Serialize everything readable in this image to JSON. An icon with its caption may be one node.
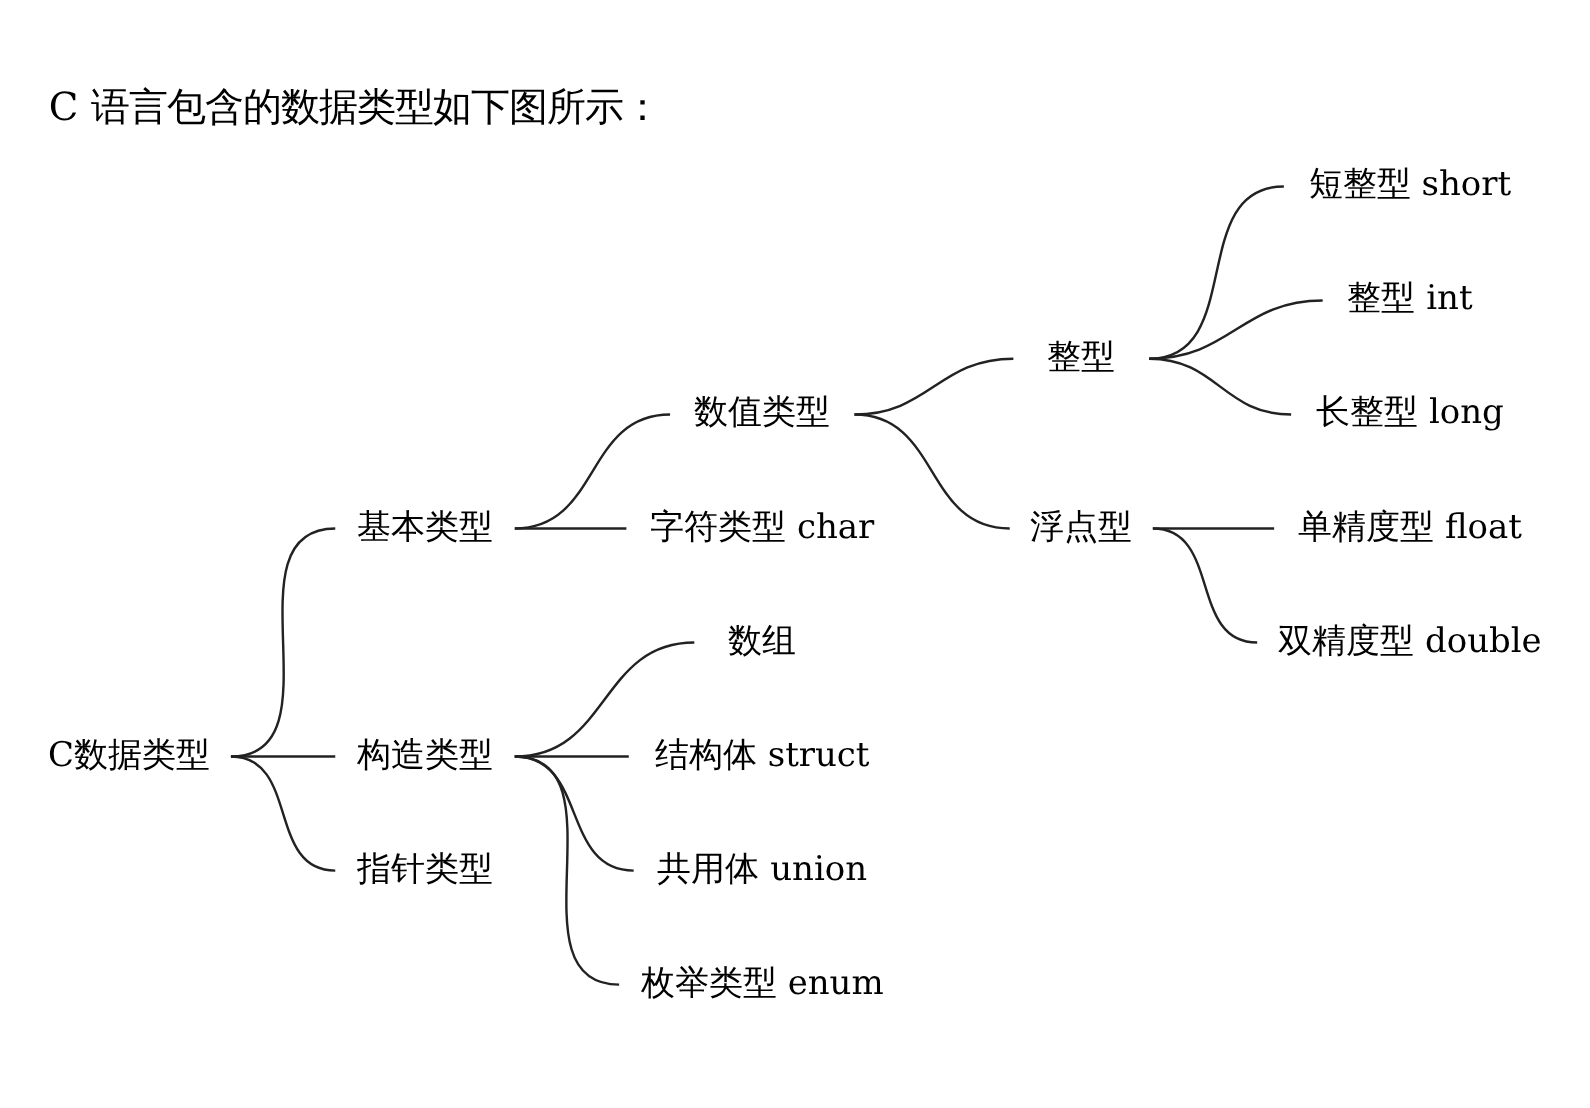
{
  "diagram": {
    "title": "C 语言包含的数据类型如下图所示：",
    "nodes": [
      {
        "text": [
          "C数据类型"
        ]
      },
      {
        "text": [
          "基本类型"
        ]
      },
      {
        "text": [
          "构造类型"
        ]
      },
      {
        "text": [
          "指针类型"
        ]
      },
      {
        "text": [
          "数值类型"
        ]
      },
      {
        "text": [
          "字符类型 char"
        ]
      },
      {
        "text": [
          "整型"
        ]
      },
      {
        "text": [
          "浮点型"
        ]
      },
      {
        "text": [
          "短整型 short"
        ]
      },
      {
        "text": [
          "整型 int"
        ]
      },
      {
        "text": [
          "长整型 long"
        ]
      },
      {
        "text": [
          "单精度型 float"
        ]
      },
      {
        "text": [
          "双精度型 double"
        ]
      },
      {
        "text": [
          "数组"
        ]
      },
      {
        "text": [
          "结构体 struct"
        ]
      },
      {
        "text": [
          "共用体 union"
        ]
      },
      {
        "text": [
          "枚举类型 enum"
        ]
      }
    ],
    "edges": [
      {
        "from": 0,
        "to": 1,
        "arrow": "none"
      },
      {
        "from": 0,
        "to": 2,
        "arrow": "none"
      },
      {
        "from": 0,
        "to": 3,
        "arrow": "none"
      },
      {
        "from": 1,
        "to": 4,
        "arrow": "none"
      },
      {
        "from": 1,
        "to": 5,
        "arrow": "none"
      },
      {
        "from": 4,
        "to": 6,
        "arrow": "none"
      },
      {
        "from": 4,
        "to": 7,
        "arrow": "none"
      },
      {
        "from": 6,
        "to": 8,
        "arrow": "none"
      },
      {
        "from": 6,
        "to": 9,
        "arrow": "none"
      },
      {
        "from": 6,
        "to": 10,
        "arrow": "none"
      },
      {
        "from": 7,
        "to": 11,
        "arrow": "none"
      },
      {
        "from": 7,
        "to": 12,
        "arrow": "none"
      },
      {
        "from": 2,
        "to": 13,
        "arrow": "none"
      },
      {
        "from": 2,
        "to": 14,
        "arrow": "none"
      },
      {
        "from": 2,
        "to": 15,
        "arrow": "none"
      },
      {
        "from": 2,
        "to": 16,
        "arrow": "none"
      }
    ]
  }
}
